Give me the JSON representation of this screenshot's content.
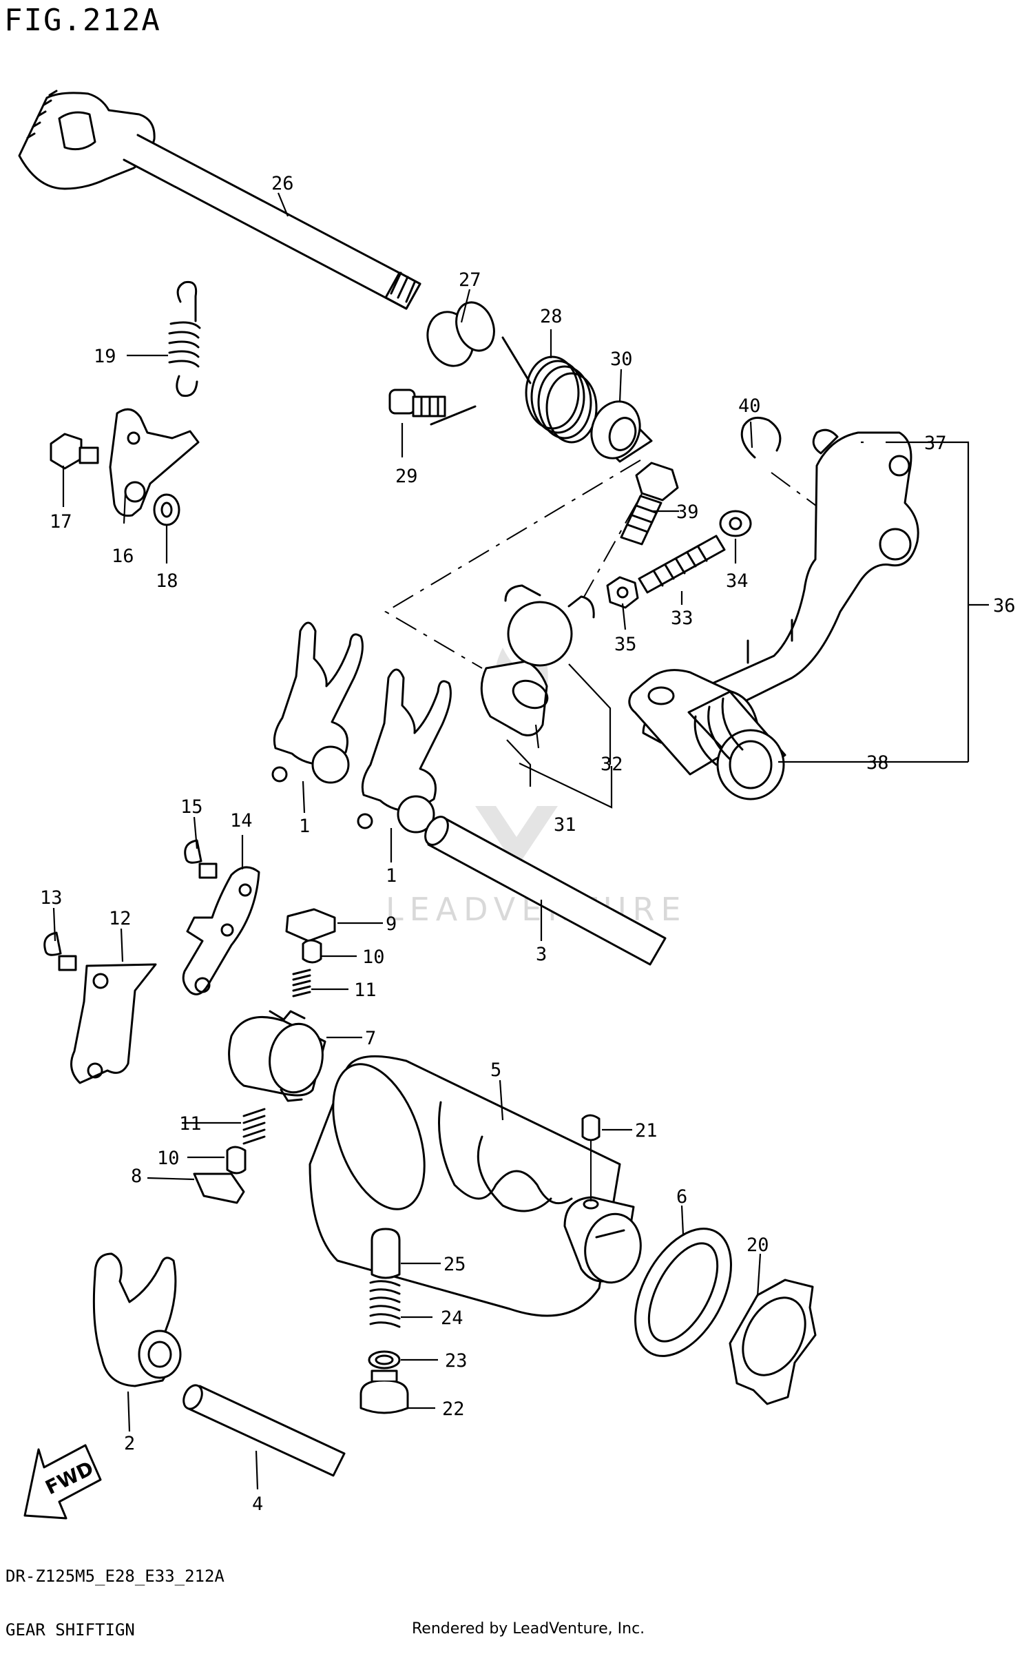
{
  "figure": {
    "title": "FIG.212A",
    "model_code": "DR-Z125M5_E28_E33_212A",
    "section_name": "GEAR SHIFTIGN",
    "rendered_by": "Rendered by LeadVenture, Inc.",
    "watermark": "LEADVENTURE",
    "fwd_label": "FWD"
  },
  "callouts": {
    "c1a": "1",
    "c1b": "1",
    "c2": "2",
    "c3": "3",
    "c4": "4",
    "c5": "5",
    "c6": "6",
    "c7": "7",
    "c8": "8",
    "c9": "9",
    "c10a": "10",
    "c10b": "10",
    "c11a": "11",
    "c11b": "11",
    "c12": "12",
    "c13": "13",
    "c14": "14",
    "c15": "15",
    "c16": "16",
    "c17": "17",
    "c18": "18",
    "c19": "19",
    "c20": "20",
    "c21": "21",
    "c22": "22",
    "c23": "23",
    "c24": "24",
    "c25": "25",
    "c26": "26",
    "c27": "27",
    "c28": "28",
    "c29": "29",
    "c30": "30",
    "c31": "31",
    "c32": "32",
    "c33": "33",
    "c34": "34",
    "c35": "35",
    "c36": "36",
    "c37": "37",
    "c38": "38",
    "c39": "39",
    "c40": "40"
  },
  "colors": {
    "line": "#000000",
    "background": "#ffffff",
    "watermark": "#d9d9d9"
  }
}
